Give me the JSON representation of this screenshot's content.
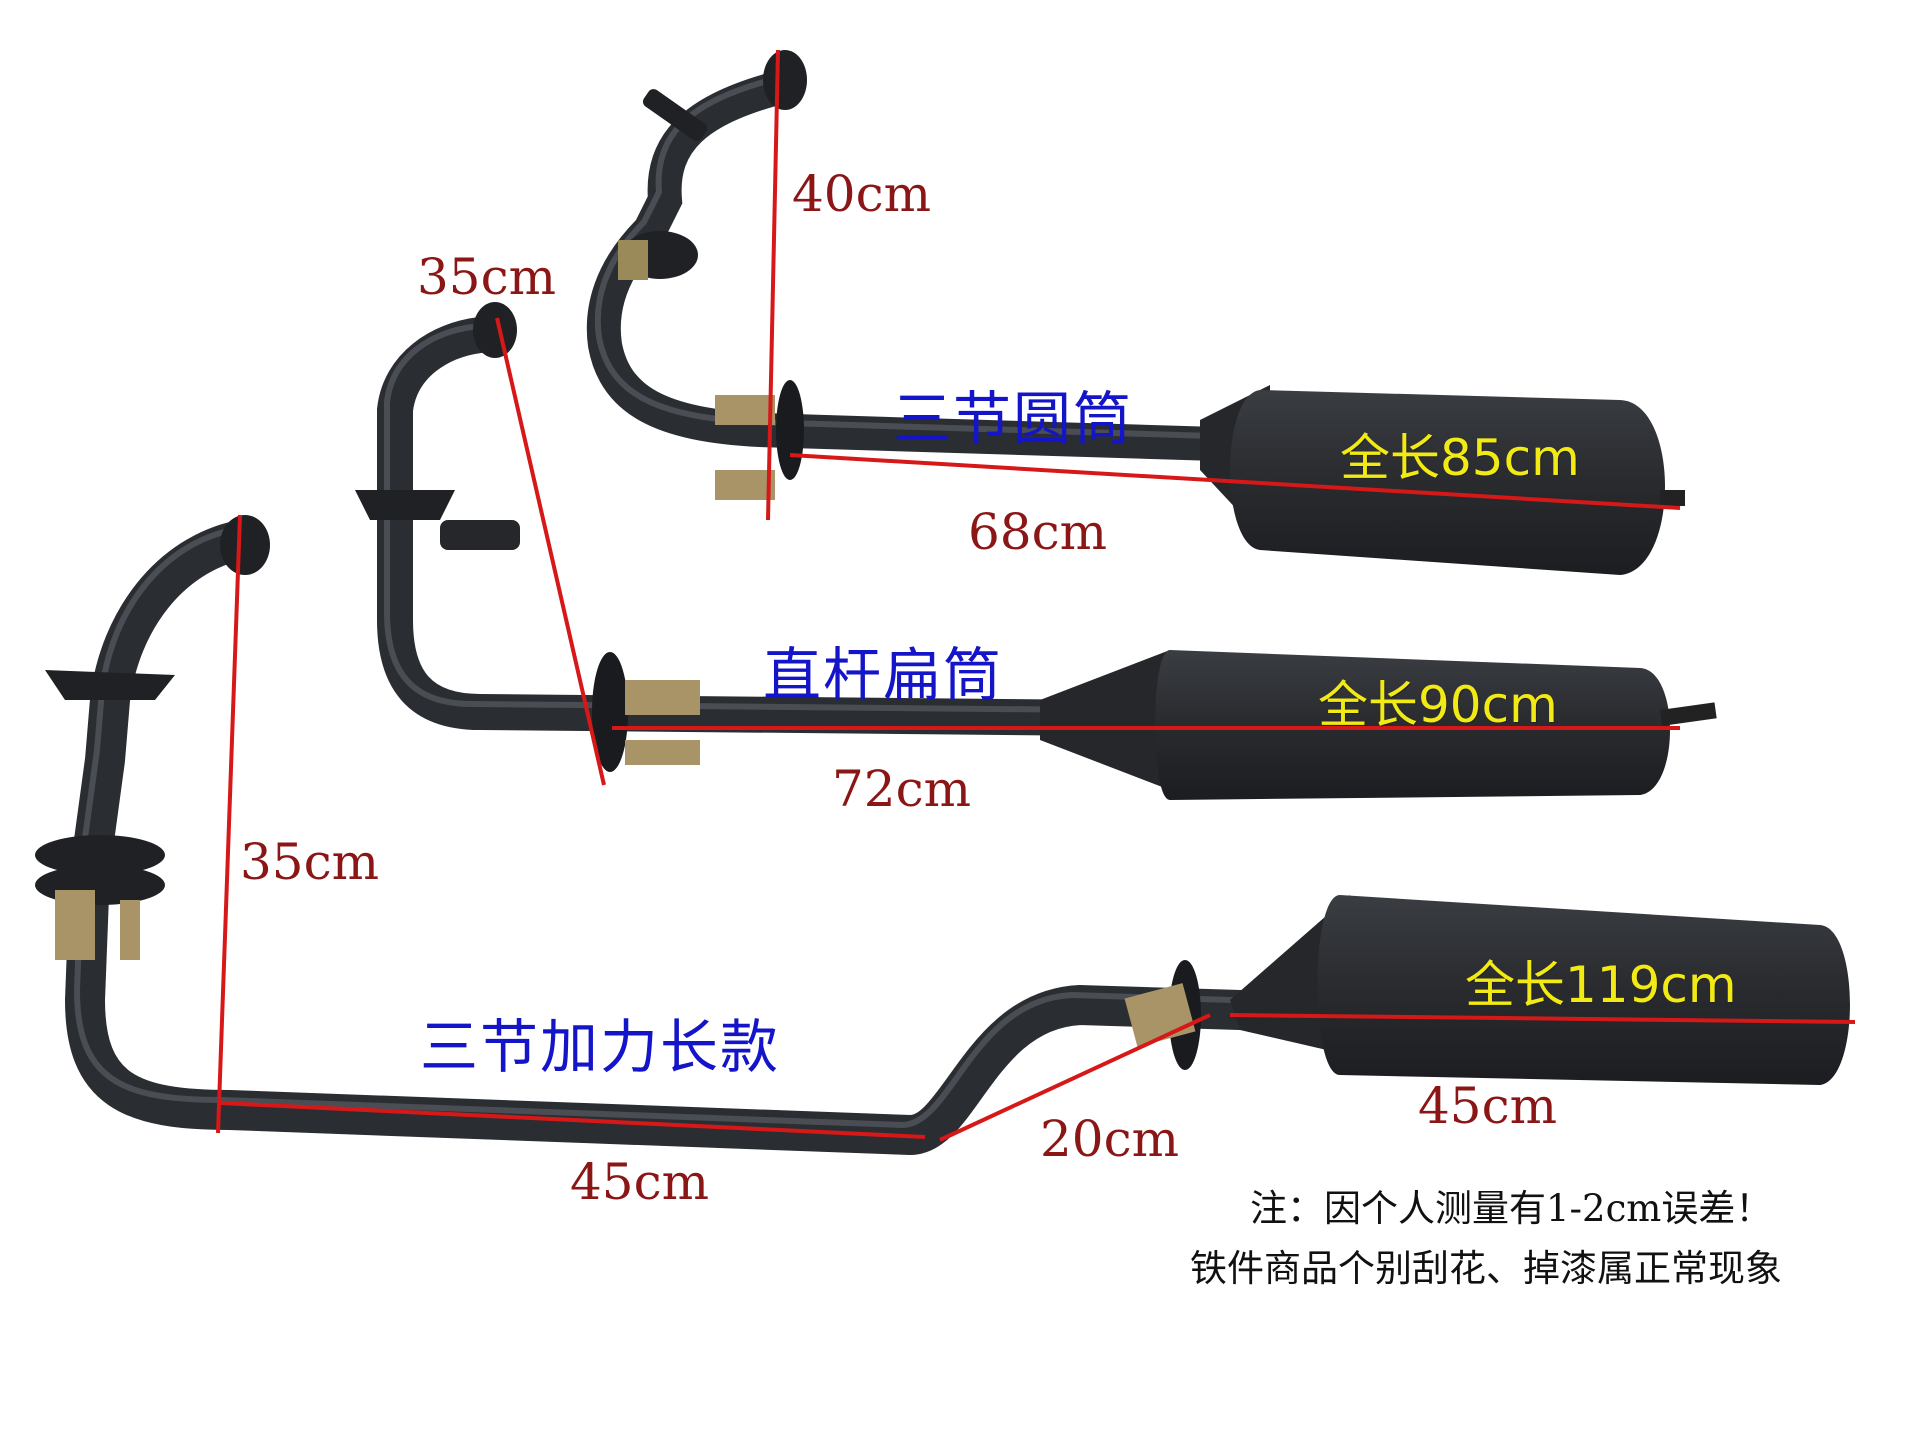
{
  "photo": {
    "subject": "three motorcycle exhaust systems with measurement annotations",
    "colors": {
      "pipe": "#2a2d31",
      "pipe_highlight": "#4a4e54",
      "measure_line": "#d61818",
      "dimension_text": "#8a1616",
      "name_text": "#1414c8",
      "total_text": "#f2ea14",
      "note_text": "#111111"
    }
  },
  "products": [
    {
      "name": "三节圆筒",
      "total_length": "全长85cm",
      "riser": "40cm",
      "pipe": "68cm"
    },
    {
      "name": "直杆扁筒",
      "total_length": "全长90cm",
      "riser": "35cm",
      "pipe": "72cm"
    },
    {
      "name": "三节加力长款",
      "total_length": "全长119cm",
      "riser": "35cm",
      "pipe": "45cm",
      "bend": "20cm",
      "muffler": "45cm"
    }
  ],
  "notes": [
    "注：因个人测量有1-2cm误差！",
    "铁件商品个别刮花、掉漆属正常现象"
  ]
}
